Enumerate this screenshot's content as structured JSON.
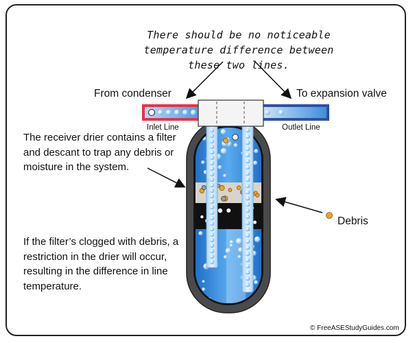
{
  "note": "There should be no noticeable temperature difference between these two lines.",
  "labels": {
    "from_condenser": "From condenser",
    "to_expansion_valve": "To expansion valve",
    "inlet_line": "Inlet Line",
    "outlet_line": "Outlet Line",
    "debris": "Debris"
  },
  "descriptions": {
    "filter": "The receiver drier contains a filter and descant to trap any debris or moisture in the system.",
    "clogged": "If the filter’s clogged with debris, a restriction in the drier will occur, resulting in the difference in line temperature."
  },
  "copyright": "© FreeASEStudyGuides.com",
  "colors": {
    "inlet": "#e8334a",
    "outlet": "#2f4fa8",
    "fluid": "#2b84d6",
    "debris": "#f0a22b",
    "shell": "#4a4a4a"
  }
}
